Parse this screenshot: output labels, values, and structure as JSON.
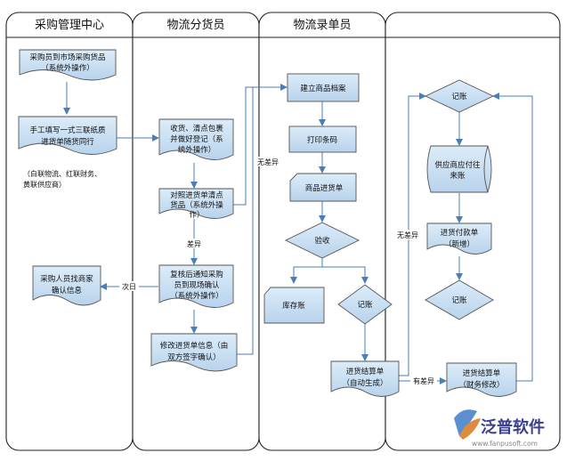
{
  "lanes": [
    {
      "id": "purchasing",
      "title": "采购管理中心"
    },
    {
      "id": "distribution",
      "title": "物流分货员"
    },
    {
      "id": "entry",
      "title": "物流录单员"
    },
    {
      "id": "finance",
      "title": ""
    }
  ],
  "nodes": {
    "buy_goods": {
      "lines": [
        "采购员到市场采购货品",
        "（系统外操作）"
      ]
    },
    "fill_triple_form": {
      "lines": [
        "手工填写一式三联纸质",
        "进货单随货同行"
      ]
    },
    "triple_form_note": {
      "lines": [
        "（白联物流、红联财务、",
        "黄联供应商）"
      ]
    },
    "receive_goods": {
      "lines": [
        "收货、清点包裹",
        "并做好登记（系",
        "统外操作）"
      ]
    },
    "check_goods": {
      "lines": [
        "对照进货单清点",
        "货品（系统外操",
        "作）"
      ]
    },
    "notify_buyer": {
      "lines": [
        "复核后通知采购",
        "员到现场确认",
        "（系统外操作）"
      ]
    },
    "buyer_confirm": {
      "lines": [
        "采购人员找商家",
        "确认信息"
      ]
    },
    "modify_receipt": {
      "lines": [
        "修改进货单信息（由",
        "双方签字确认）"
      ]
    },
    "create_archive": {
      "lines": [
        "建立商品档案"
      ]
    },
    "print_barcode": {
      "lines": [
        "打印条码"
      ]
    },
    "goods_receipt": {
      "lines": [
        "商品进货单"
      ]
    },
    "acceptance": {
      "lines": [
        "验收"
      ]
    },
    "inventory_account": {
      "lines": [
        "库存账"
      ]
    },
    "bookkeeping_entry": {
      "lines": [
        "记账"
      ]
    },
    "settlement_auto": {
      "lines": [
        "进货结算单",
        "（自动生成）"
      ]
    },
    "bookkeeping_top": {
      "lines": [
        "记账"
      ]
    },
    "supplier_payable": {
      "lines": [
        "供应商应付往",
        "来账"
      ]
    },
    "payment_new": {
      "lines": [
        "进货付款单",
        "（新增）"
      ]
    },
    "bookkeeping_bottom": {
      "lines": [
        "记账"
      ]
    },
    "settlement_modify": {
      "lines": [
        "进货结算单",
        "（财务修改）"
      ]
    }
  },
  "edge_labels": {
    "no_diff_entry": "无差异",
    "diff": "差异",
    "next_day": "次日",
    "no_diff_finance": "无差异",
    "has_diff": "有差异"
  },
  "logo": {
    "name": "泛普软件",
    "url": "www.fanpusoft.com"
  },
  "colors": {
    "node_fill": "#c9dff2",
    "node_stroke": "#555555",
    "arrow": "#4a7ebb",
    "lane_stroke": "#222222"
  }
}
